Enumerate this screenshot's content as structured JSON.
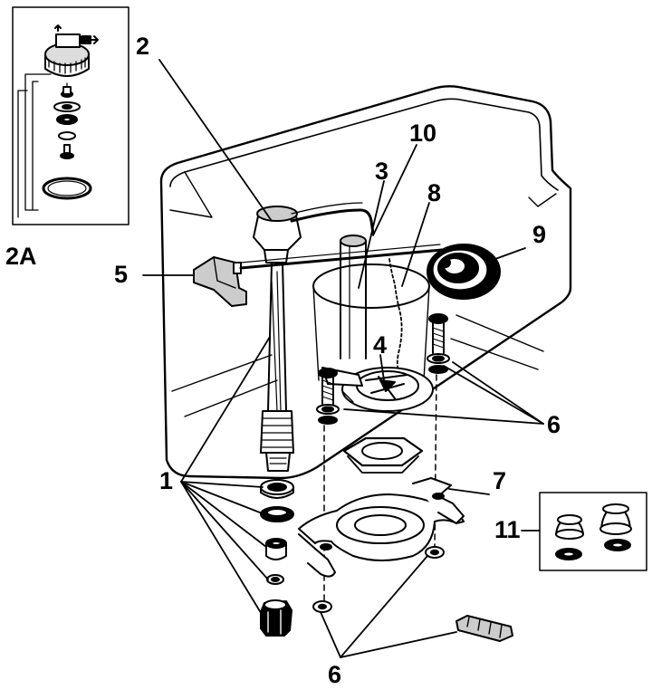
{
  "labels": {
    "l1": "1",
    "l2": "2",
    "l2a": "2A",
    "l3": "3",
    "l4": "4",
    "l5": "5",
    "l6a": "6",
    "l6b": "6",
    "l7": "7",
    "l8": "8",
    "l9": "9",
    "l10": "10",
    "l11": "11"
  }
}
